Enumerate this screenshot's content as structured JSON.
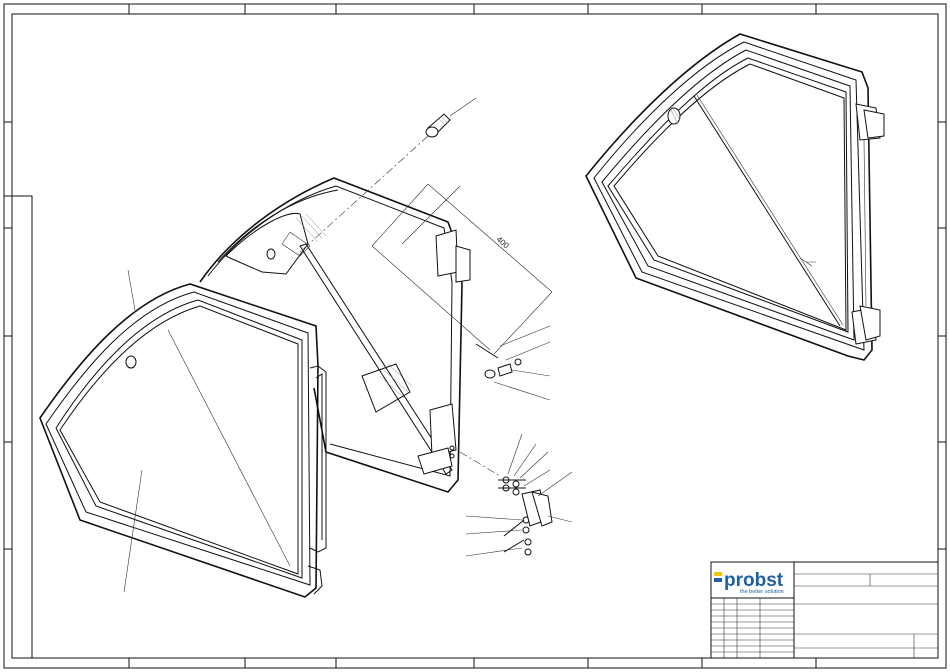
{
  "title_block": {
    "logo_word": "probst",
    "logo_tagline": "the better solution",
    "colors": {
      "logo_blue": "#1d5fa8",
      "logo_yellow": "#f5c400"
    }
  },
  "drawing": {
    "dimension_label": "400"
  }
}
